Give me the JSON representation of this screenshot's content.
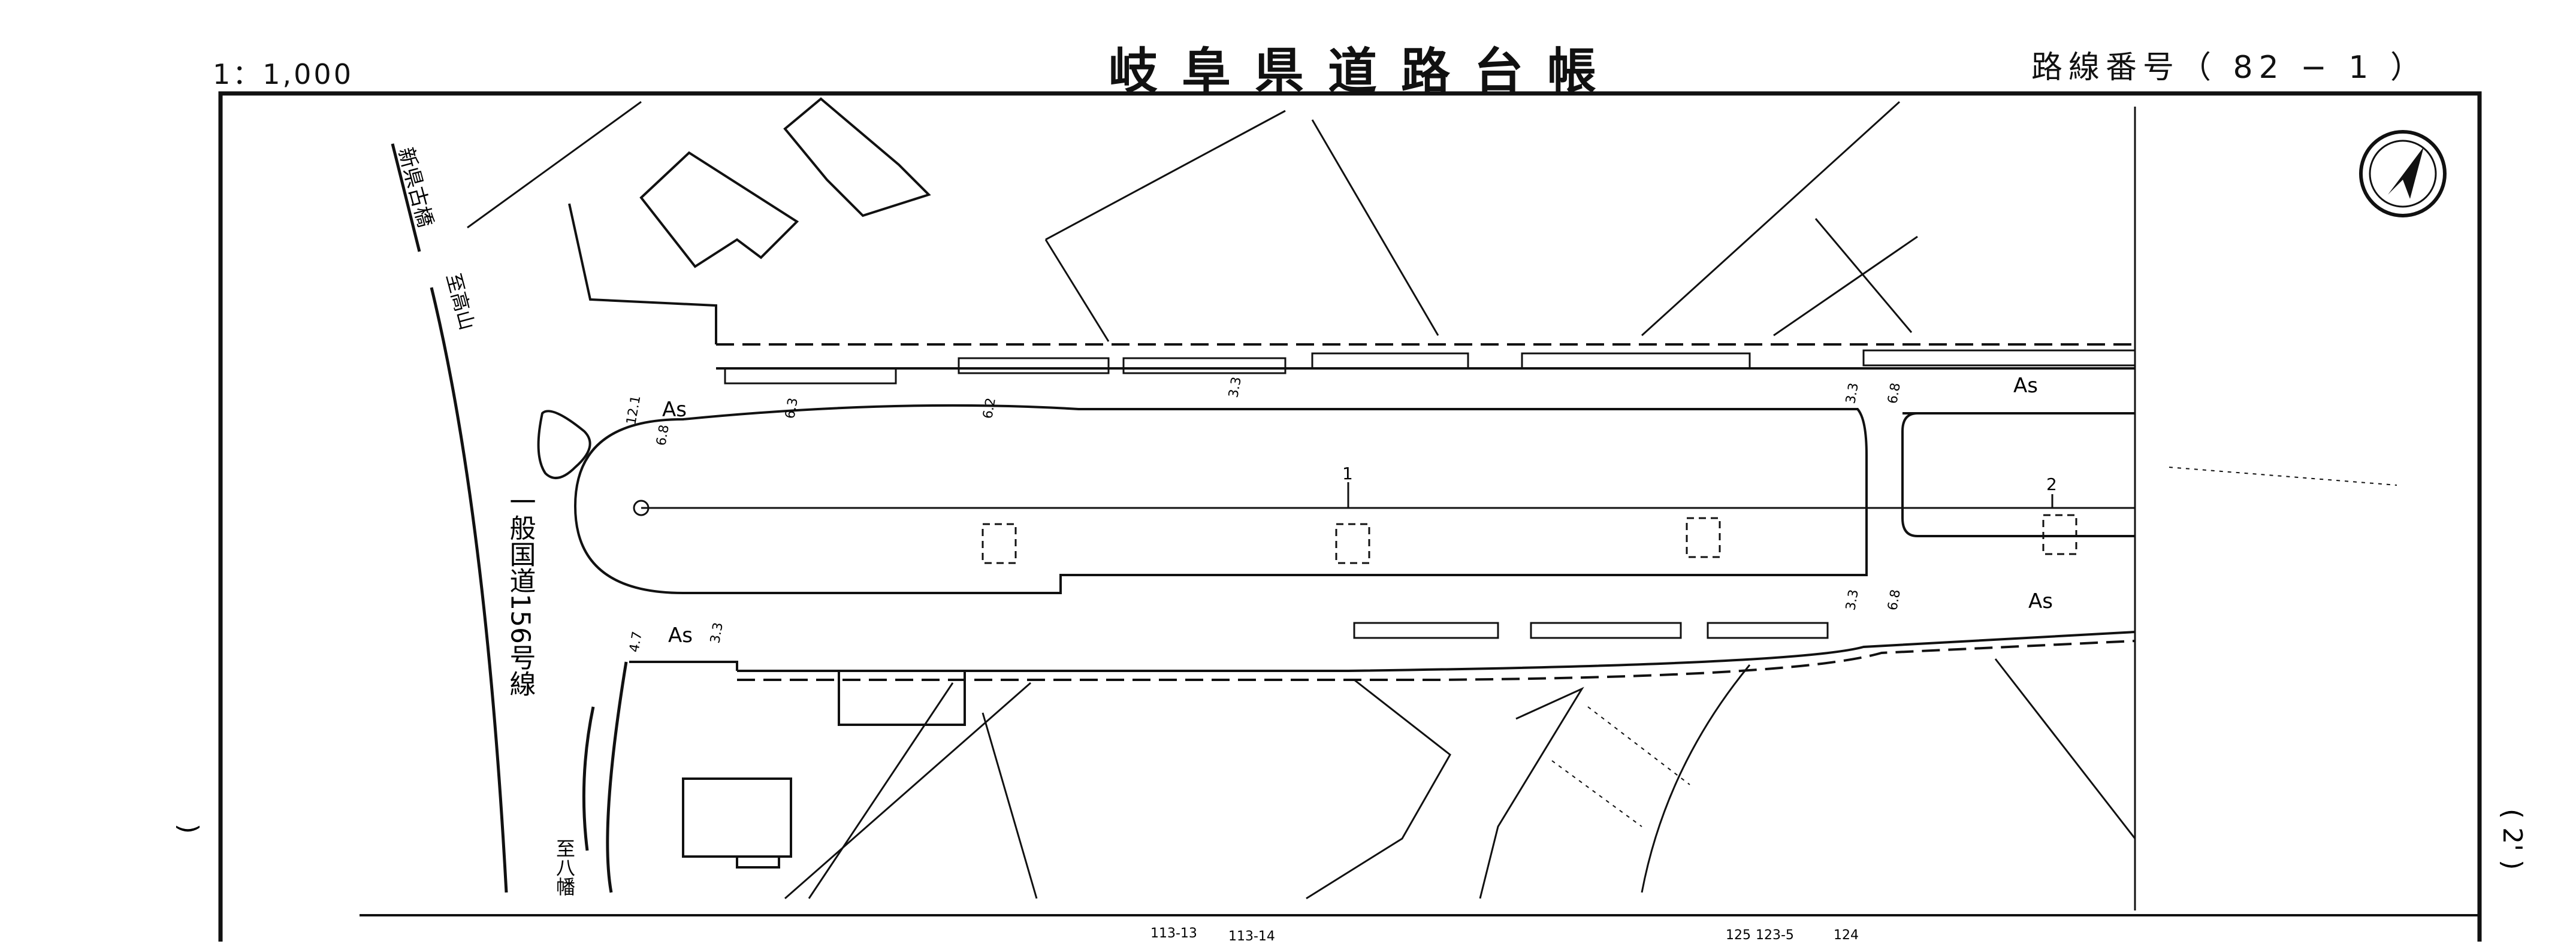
{
  "header": {
    "scale": "1：1,000",
    "title": "岐阜県道路台帳",
    "route_number": "路線番号（ 82 − 1 ）"
  },
  "labels": {
    "bridge_name": "新県古橋",
    "to_takayama": "至高山",
    "national_road": "一般国道156号線",
    "to_hachiman": "至八幡",
    "asphalt": "As",
    "station_1": "1",
    "station_2": "2",
    "sheet_left": ")",
    "sheet_right": "( 2' )"
  },
  "widths": {
    "w_12_1": "12.1",
    "w_6_8": "6.8",
    "w_6_3": "6.3",
    "w_6_2": "6.2",
    "w_3_3": "3.3",
    "w_4_7": "4.7"
  },
  "lot_numbers": {
    "l1": "113-13",
    "l2": "113-14",
    "l3": "125",
    "l4": "123-5",
    "l5": "124"
  },
  "colors": {
    "ink": "#111111",
    "paper": "#ffffff"
  },
  "icons": {
    "north_arrow": "north-arrow-icon"
  }
}
